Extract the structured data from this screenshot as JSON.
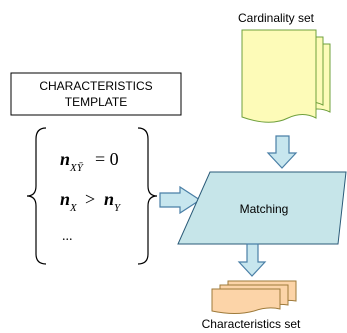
{
  "template": {
    "title_line1": "CHARACTERISTICS",
    "title_line2": "TEMPLATE"
  },
  "conditions": {
    "c1_var": "n",
    "c1_sub": "XȲ",
    "c1_rel": "= 0",
    "c2_var_a": "n",
    "c2_sub_a": "X",
    "c2_rel": ">",
    "c2_var_b": "n",
    "c2_sub_b": "Y",
    "ellipsis": "..."
  },
  "cardinality_label": "Cardinality set",
  "matching_label": "Matching",
  "characteristics_label": "Characteristics set",
  "colors": {
    "doc_fill": "#fdfbb8",
    "doc_stroke": "#6fa03c",
    "arrow_fill": "#c7e6ee",
    "arrow_stroke": "#4a7fa6",
    "matching_fill": "#c6e5e9",
    "matching_stroke": "#2a5a78",
    "char_fill": "#fcd4a8",
    "char_stroke": "#9e7a3a"
  }
}
